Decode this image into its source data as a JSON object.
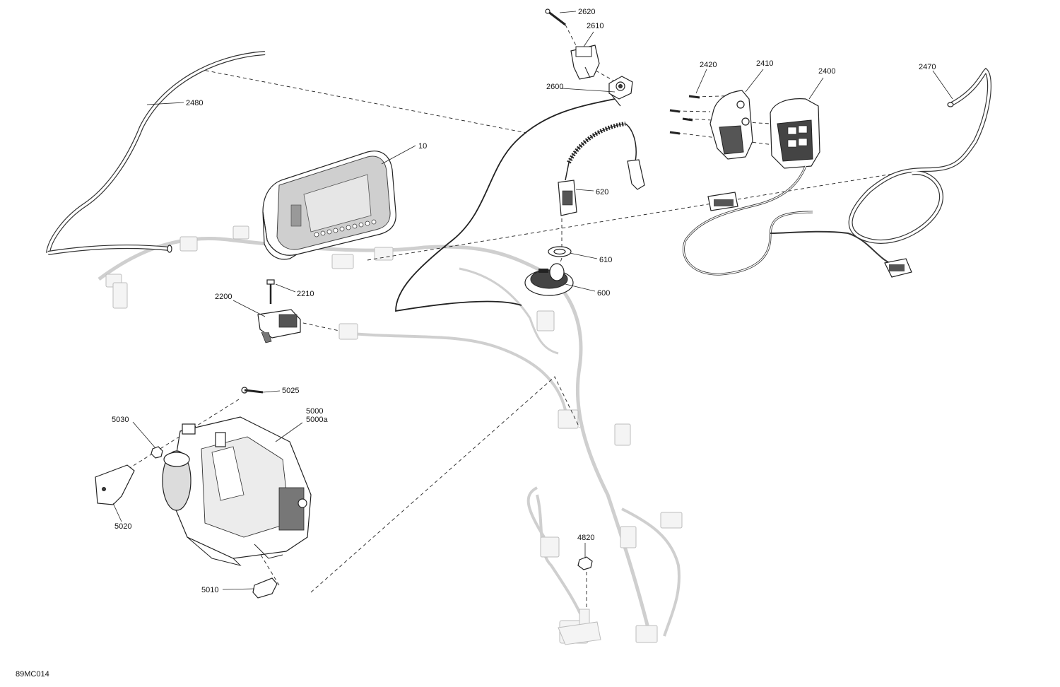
{
  "diagram": {
    "reference_code": "89MC014",
    "callouts": [
      {
        "id": "c2620",
        "text": "2620"
      },
      {
        "id": "c2610",
        "text": "2610"
      },
      {
        "id": "c2600",
        "text": "2600"
      },
      {
        "id": "c2480",
        "text": "2480"
      },
      {
        "id": "c10",
        "text": "10"
      },
      {
        "id": "c620",
        "text": "620"
      },
      {
        "id": "c610",
        "text": "610"
      },
      {
        "id": "c600",
        "text": "600"
      },
      {
        "id": "c2420",
        "text": "2420"
      },
      {
        "id": "c2410",
        "text": "2410"
      },
      {
        "id": "c2400",
        "text": "2400"
      },
      {
        "id": "c2470",
        "text": "2470"
      },
      {
        "id": "c2200",
        "text": "2200"
      },
      {
        "id": "c2210",
        "text": "2210"
      },
      {
        "id": "c5025",
        "text": "5025"
      },
      {
        "id": "c5030",
        "text": "5030"
      },
      {
        "id": "c5000",
        "text": "5000"
      },
      {
        "id": "c5000a",
        "text": "5000a"
      },
      {
        "id": "c5020",
        "text": "5020"
      },
      {
        "id": "c5010",
        "text": "5010"
      },
      {
        "id": "c4820",
        "text": "4820"
      }
    ]
  }
}
